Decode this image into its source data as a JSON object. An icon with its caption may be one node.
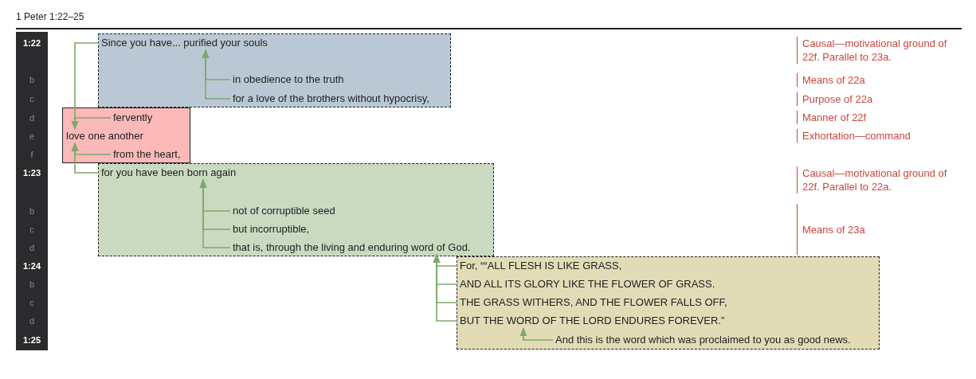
{
  "diagram": {
    "title": "1 Peter 1:22–25",
    "nodes": [
      {
        "text": [],
        "shape": "box"
      },
      {
        "text": [
          "Since you have... purified your souls"
        ],
        "in": 0
      },
      {
        "text": [
          "in obedience to the truth"
        ],
        "in": 0
      },
      {
        "text": [
          "for a love of the brothers without hypocrisy,"
        ],
        "in": 0
      },
      {
        "text": [],
        "shape": "box"
      },
      {
        "text": [
          "fervently"
        ],
        "in": 4
      },
      {
        "text": [
          "love one another"
        ],
        "in": 4
      },
      {
        "text": [
          "from the heart,"
        ],
        "in": 4
      },
      {
        "text": [],
        "shape": "box"
      },
      {
        "text": [
          "for you have been born again"
        ],
        "in": 8
      },
      {
        "text": [
          "not of corruptible seed"
        ],
        "in": 8
      },
      {
        "text": [
          "but incorruptible,"
        ],
        "in": 8
      },
      {
        "text": [
          "that is, through the living and enduring word of God."
        ],
        "in": 8
      },
      {
        "text": [],
        "shape": "box"
      },
      {
        "text": [
          "For, ““ALL FLESH IS LIKE GRASS,"
        ],
        "in": 13
      },
      {
        "text": [
          "AND ALL ITS GLORY LIKE THE FLOWER OF GRASS."
        ],
        "in": 13
      },
      {
        "text": [
          "THE GRASS WITHERS, AND THE FLOWER FALLS OFF,"
        ],
        "in": 13
      },
      {
        "text": [
          "BUT THE WORD OF THE LORD ENDURES FOREVER.”"
        ],
        "in": 13
      },
      {
        "text": [
          "And this is the word which was proclaimed to you as good news."
        ],
        "in": 13
      }
    ],
    "edges": [
      {
        "from": 2,
        "to": 1,
        "arrow": "to"
      },
      {
        "from": 3,
        "to": 1,
        "arrow": "to"
      },
      {
        "from": 1,
        "to": 6,
        "arrow": "to"
      },
      {
        "from": 5,
        "to": 6,
        "arrow": "to"
      },
      {
        "from": 7,
        "to": 6,
        "arrow": "to"
      },
      {
        "from": 9,
        "to": 6,
        "arrow": "to"
      },
      {
        "from": 10,
        "to": 9,
        "arrow": "to"
      },
      {
        "from": 11,
        "to": 9,
        "arrow": "to"
      },
      {
        "from": 12,
        "to": 9,
        "arrow": "to"
      },
      {
        "from": 14,
        "to": 12,
        "arrow": "to"
      },
      {
        "from": 15,
        "to": 12,
        "arrow": "to"
      },
      {
        "from": 16,
        "to": 12,
        "arrow": "to"
      },
      {
        "from": 17,
        "to": 12,
        "arrow": "to"
      },
      {
        "from": 18,
        "to": 17,
        "arrow": "to"
      }
    ],
    "labels": [
      "1:22",
      "Causal—motivational ground of 22f. Parallel to 23a.",
      "b",
      "Means of 22a",
      "c",
      "Purpose of 22a",
      "d",
      "Manner of 22f",
      "e",
      "Exhortation—command",
      "f",
      "1:23",
      "Causal—motivational ground of 22f. Parallel to 22a.",
      "b",
      "c",
      "Means of 23a",
      "d",
      "1:24",
      "b",
      "c",
      "d",
      "1:25"
    ]
  }
}
